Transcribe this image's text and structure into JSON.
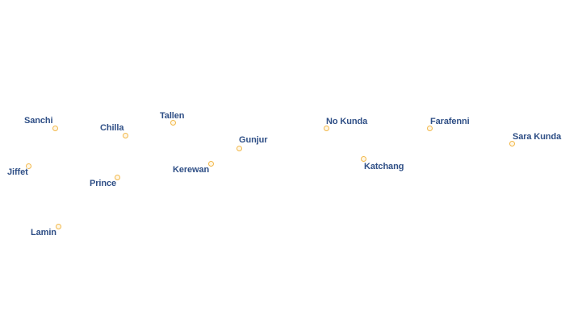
{
  "colors": {
    "label_text": "#2f4f86",
    "label_halo": "#ffffff",
    "marker_stroke": "#f2b84b",
    "background": "#ffffff"
  },
  "places": [
    {
      "name": "Sanchi"
    },
    {
      "name": "Tallen"
    },
    {
      "name": "Chilla"
    },
    {
      "name": "Gunjur"
    },
    {
      "name": "No Kunda"
    },
    {
      "name": "Farafenni"
    },
    {
      "name": "Sara Kunda"
    },
    {
      "name": "Jiffet"
    },
    {
      "name": "Kerewan"
    },
    {
      "name": "Katchang"
    },
    {
      "name": "Prince"
    },
    {
      "name": "Lamin"
    }
  ]
}
